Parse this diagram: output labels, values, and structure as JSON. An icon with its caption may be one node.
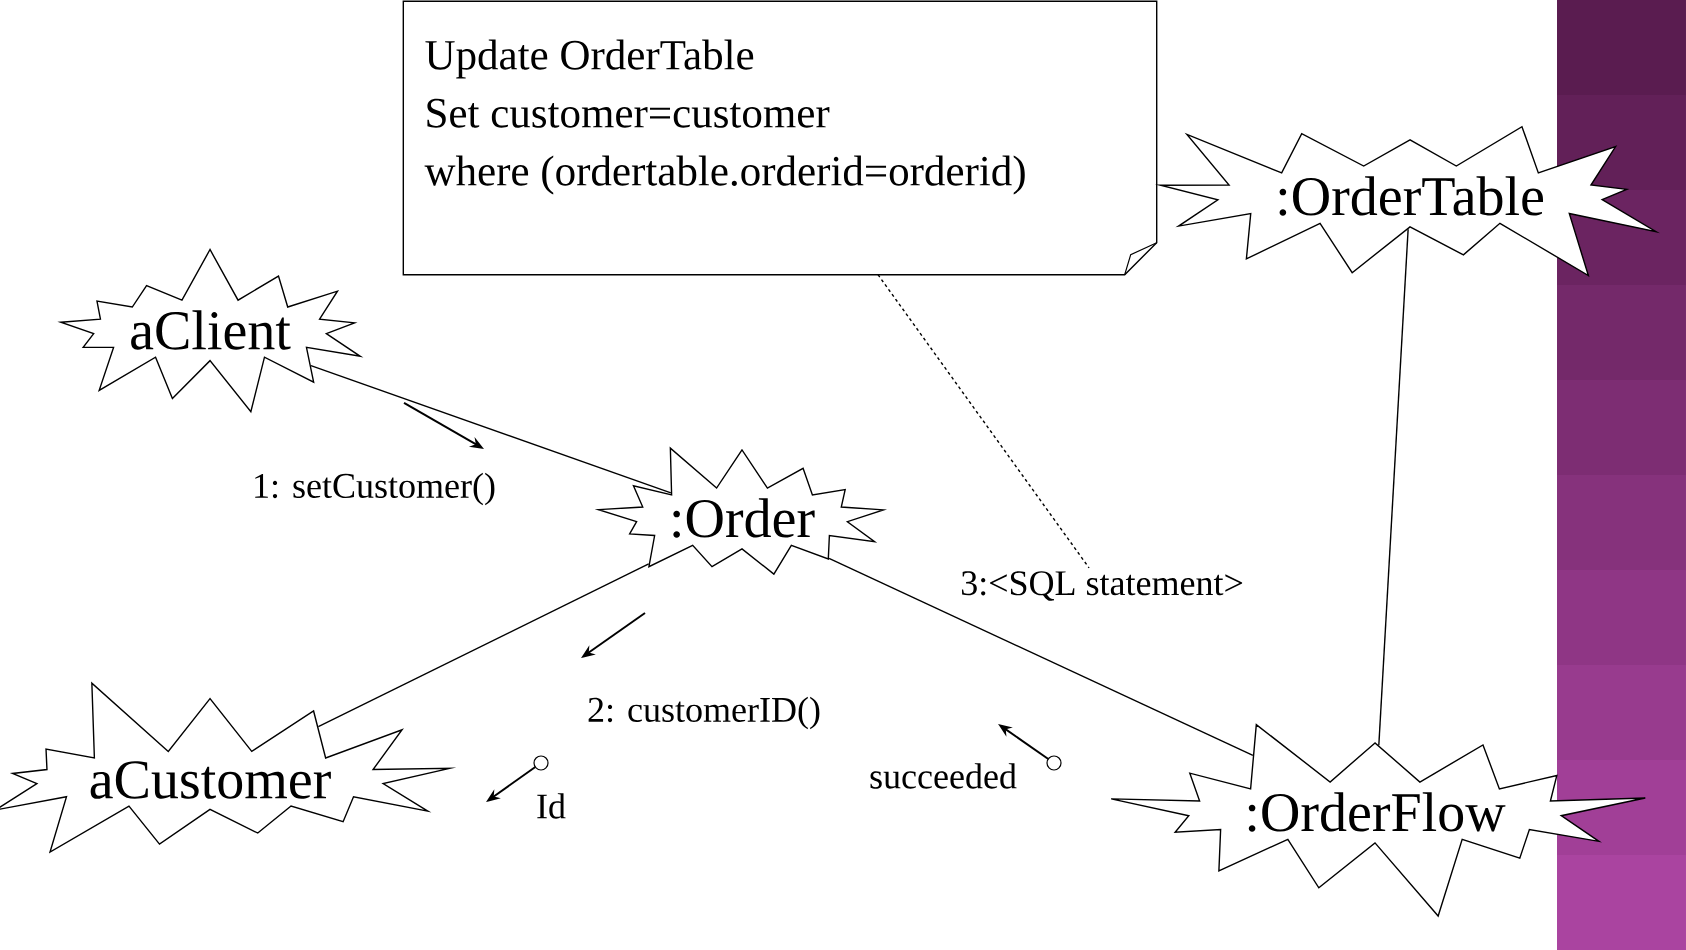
{
  "diagram": {
    "nodes": [
      {
        "text": [
          "Update OrderTable",
          "Set customer=customer",
          "where (ordertable.orderid=orderid)"
        ]
      },
      {
        "text": [
          ":OrderTable"
        ]
      },
      {
        "text": [
          "aClient"
        ]
      },
      {
        "text": [
          ":Order"
        ]
      },
      {
        "text": [
          "3:<SQL statement>"
        ]
      },
      {
        "text": [
          "aCustomer"
        ]
      },
      {
        "text": [
          ":OrderFlow"
        ]
      }
    ],
    "edges": [
      {
        "from": 2,
        "to": 3,
        "arrow": "none"
      },
      {
        "from": 3,
        "to": 5,
        "arrow": "none"
      },
      {
        "from": 3,
        "to": 6,
        "arrow": "none"
      },
      {
        "from": 1,
        "to": 6,
        "arrow": "none"
      },
      {
        "from": 0,
        "to": 4,
        "arrow": "none",
        "style": "dashed"
      }
    ],
    "labels": [
      "1: setCustomer()",
      "2: customerID()",
      "succeeded",
      "Id"
    ]
  }
}
